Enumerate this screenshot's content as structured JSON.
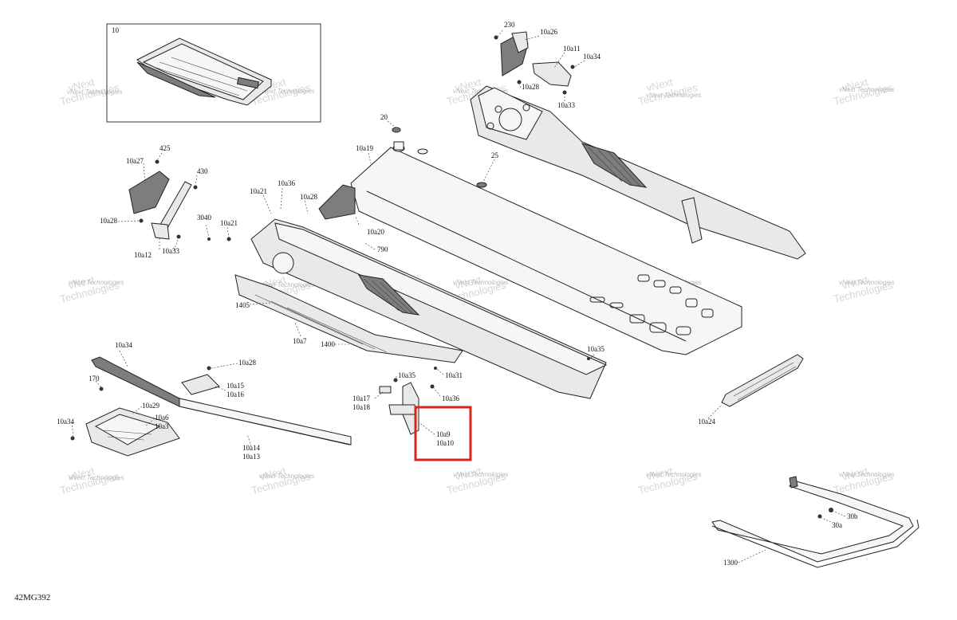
{
  "diagram_code": "42MG392",
  "inset_label": "10",
  "watermark": {
    "line1": "vNext Technologies",
    "line2": "vNext",
    "line3": "Technologies"
  },
  "callouts": [
    {
      "id": "c230",
      "text": "230"
    },
    {
      "id": "c10a26",
      "text": "10a26"
    },
    {
      "id": "c10a11",
      "text": "10a11"
    },
    {
      "id": "c10a34-top",
      "text": "10a34"
    },
    {
      "id": "c10a28-top",
      "text": "10a28"
    },
    {
      "id": "c10a33-top",
      "text": "10a33"
    },
    {
      "id": "c20",
      "text": "20"
    },
    {
      "id": "c10a19",
      "text": "10a19"
    },
    {
      "id": "c25",
      "text": "25"
    },
    {
      "id": "c425",
      "text": "425"
    },
    {
      "id": "c10a27",
      "text": "10a27"
    },
    {
      "id": "c430",
      "text": "430"
    },
    {
      "id": "c10a28-left",
      "text": "10a28"
    },
    {
      "id": "c3040",
      "text": "3040"
    },
    {
      "id": "c10a12",
      "text": "10a12"
    },
    {
      "id": "c10a33-left",
      "text": "10a33"
    },
    {
      "id": "c10a21-a",
      "text": "10a21"
    },
    {
      "id": "c10a36-top",
      "text": "10a36"
    },
    {
      "id": "c10a28-mid",
      "text": "10a28"
    },
    {
      "id": "c10a21-b",
      "text": "10a21"
    },
    {
      "id": "c10a20",
      "text": "10a20"
    },
    {
      "id": "c790",
      "text": "790"
    },
    {
      "id": "c1405",
      "text": "1405"
    },
    {
      "id": "c10a7",
      "text": "10a7"
    },
    {
      "id": "c1400",
      "text": "1400"
    },
    {
      "id": "c10a35-right",
      "text": "10a35"
    },
    {
      "id": "c10a34-left",
      "text": "10a34"
    },
    {
      "id": "c10a28-low",
      "text": "10a28"
    },
    {
      "id": "c170",
      "text": "170"
    },
    {
      "id": "c10a15",
      "text": "10a15"
    },
    {
      "id": "c10a16",
      "text": "10a16"
    },
    {
      "id": "c10a29",
      "text": "10a29"
    },
    {
      "id": "c10a6",
      "text": "10a6"
    },
    {
      "id": "c10a3",
      "text": "10a3"
    },
    {
      "id": "c10a34-low",
      "text": "10a34"
    },
    {
      "id": "c10a14",
      "text": "10a14"
    },
    {
      "id": "c10a13",
      "text": "10a13"
    },
    {
      "id": "c10a35-mid",
      "text": "10a35"
    },
    {
      "id": "c10a31",
      "text": "10a31"
    },
    {
      "id": "c10a17",
      "text": "10a17"
    },
    {
      "id": "c10a18",
      "text": "10a18"
    },
    {
      "id": "c10a36-low",
      "text": "10a36"
    },
    {
      "id": "c10a9",
      "text": "10a9"
    },
    {
      "id": "c10a10",
      "text": "10a10"
    },
    {
      "id": "c10a24",
      "text": "10a24"
    },
    {
      "id": "c30b",
      "text": "30b"
    },
    {
      "id": "c30a",
      "text": "30a"
    },
    {
      "id": "c1300",
      "text": "1300"
    }
  ],
  "highlight": {
    "color": "#d9251d"
  },
  "colors": {
    "ink": "#222222",
    "fill": "#e9e9e9",
    "dark": "#7d7d7d",
    "watermark": "#b9b9b9"
  }
}
